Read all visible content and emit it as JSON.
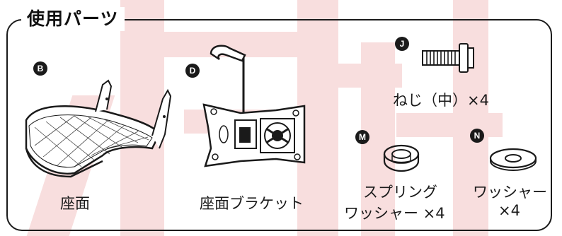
{
  "title": "使用パーツ",
  "brand_color": "#f8dede",
  "parts": {
    "seat": {
      "badge": "B",
      "name": "座面",
      "icon": "seat-icon"
    },
    "bracket": {
      "badge": "D",
      "name": "座面ブラケット",
      "icon": "seat-bracket-icon"
    },
    "bolt": {
      "badge": "J",
      "name": "ねじ（中）×4",
      "icon": "bolt-icon"
    },
    "spring_washer": {
      "badge": "M",
      "name_line1": "スプリング",
      "name_line2": "ワッシャー ×4",
      "icon": "spring-washer-icon"
    },
    "washer": {
      "badge": "N",
      "name_line1": "ワッシャー",
      "name_line2": "×4",
      "icon": "washer-icon"
    }
  }
}
